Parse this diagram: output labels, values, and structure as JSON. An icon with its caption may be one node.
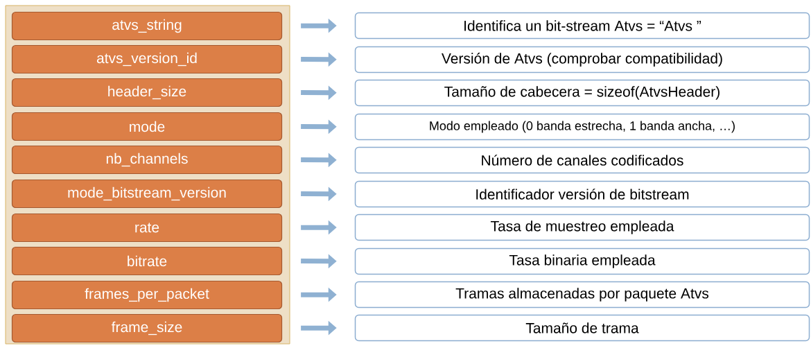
{
  "diagram": {
    "nodes": [
      {
        "text": [],
        "shape": "box"
      },
      {
        "text": [
          "atvs_string"
        ],
        "in": 0
      },
      {
        "text": [
          "atvs_version_id"
        ],
        "in": 0
      },
      {
        "text": [
          "header_size"
        ],
        "in": 0
      },
      {
        "text": [
          "mode"
        ],
        "in": 0
      },
      {
        "text": [
          "nb_channels"
        ],
        "in": 0
      },
      {
        "text": [
          "mode_bitstream_version"
        ],
        "in": 0
      },
      {
        "text": [
          "rate"
        ],
        "in": 0
      },
      {
        "text": [
          "bitrate"
        ],
        "in": 0
      },
      {
        "text": [
          "frames_per_packet"
        ],
        "in": 0
      },
      {
        "text": [
          "frame_size"
        ],
        "in": 0
      },
      {
        "text": [
          "Identifica un bit-stream Atvs = “Atvs ”"
        ]
      },
      {
        "text": [
          "Versión de Atvs (comprobar compatibilidad)"
        ]
      },
      {
        "text": [
          "Tamaño de cabecera = sizeof(AtvsHeader)"
        ]
      },
      {
        "text": [
          "Modo empleado (0 banda estrecha, 1 banda ancha, …)"
        ]
      },
      {
        "text": [
          "Número de canales codificados"
        ]
      },
      {
        "text": [
          "Identificador versión de bitstream"
        ]
      },
      {
        "text": [
          "Tasa de muestreo empleada"
        ]
      },
      {
        "text": [
          "Tasa binaria empleada"
        ]
      },
      {
        "text": [
          "Tramas almacenadas por paquete Atvs"
        ]
      },
      {
        "text": [
          "Tamaño de trama"
        ]
      }
    ],
    "edges": [
      {
        "from": 1,
        "to": 11,
        "arrow": "to"
      },
      {
        "from": 2,
        "to": 12,
        "arrow": "to"
      },
      {
        "from": 3,
        "to": 13,
        "arrow": "to"
      },
      {
        "from": 4,
        "to": 14,
        "arrow": "to"
      },
      {
        "from": 5,
        "to": 15,
        "arrow": "to"
      },
      {
        "from": 6,
        "to": 16,
        "arrow": "to"
      },
      {
        "from": 7,
        "to": 17,
        "arrow": "to"
      },
      {
        "from": 8,
        "to": 18,
        "arrow": "to"
      },
      {
        "from": 9,
        "to": 19,
        "arrow": "to"
      },
      {
        "from": 10,
        "to": 20,
        "arrow": "to"
      }
    ]
  }
}
